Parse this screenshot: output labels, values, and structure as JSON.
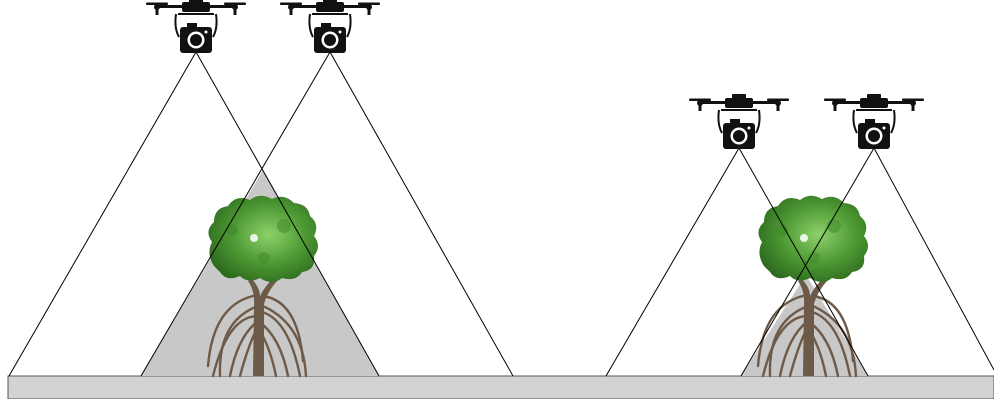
{
  "diagram": {
    "scenarios": [
      {
        "id": "high-altitude",
        "drones": [
          {
            "id": "drone-1",
            "icon": "drone-camera-icon"
          },
          {
            "id": "drone-2",
            "icon": "drone-camera-icon"
          }
        ],
        "overlap": "large",
        "tree_icon": "mangrove-tree-icon"
      },
      {
        "id": "low-altitude",
        "drones": [
          {
            "id": "drone-3",
            "icon": "drone-camera-icon"
          },
          {
            "id": "drone-4",
            "icon": "drone-camera-icon"
          }
        ],
        "overlap": "small",
        "tree_icon": "mangrove-tree-icon"
      }
    ],
    "colors": {
      "background": "#ffffff",
      "ground_fill": "#d3d3d3",
      "overlap_fill": "#c8c8c8",
      "lines": "#000000",
      "drone": "#111111",
      "canopy_dark": "#2e6b1e",
      "canopy_light": "#8fd16a",
      "trunk": "#6e5a48"
    }
  }
}
